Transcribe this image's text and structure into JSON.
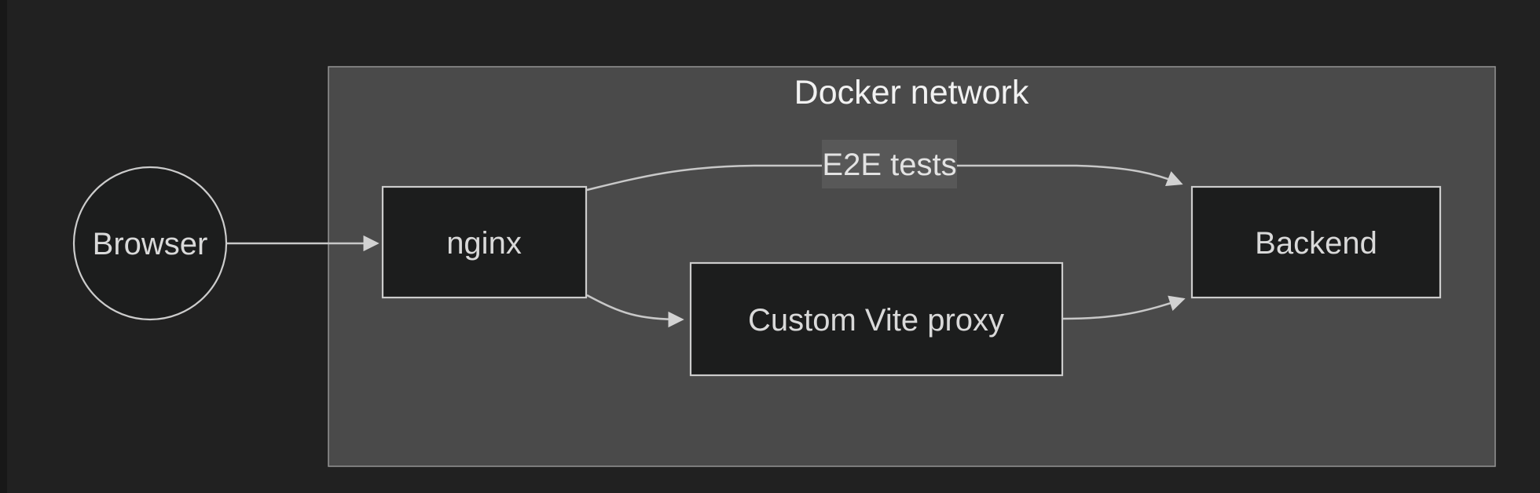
{
  "page": {
    "background": "#212121",
    "left_strip_color": "#181818"
  },
  "diagram": {
    "type": "flowchart",
    "title": "Docker network",
    "container": {
      "label": "Docker network"
    },
    "nodes": {
      "browser": {
        "label": "Browser",
        "shape": "circle"
      },
      "nginx": {
        "label": "nginx",
        "shape": "rect"
      },
      "vite_proxy": {
        "label": "Custom Vite proxy",
        "shape": "rect"
      },
      "backend": {
        "label": "Backend",
        "shape": "rect"
      }
    },
    "edges": [
      {
        "from": "browser",
        "to": "nginx",
        "label": ""
      },
      {
        "from": "nginx",
        "to": "backend",
        "label": "E2E tests"
      },
      {
        "from": "nginx",
        "to": "vite_proxy",
        "label": ""
      },
      {
        "from": "vite_proxy",
        "to": "backend",
        "label": ""
      }
    ],
    "colors": {
      "page_bg": "#212121",
      "cluster_fill": "#4a4a4a",
      "cluster_border": "#949494",
      "node_fill": "#1c1d1d",
      "node_border": "#cccccc",
      "node_text": "#d9d9d9",
      "title_text": "#f2f2f2",
      "edge_stroke": "#c8c8c8",
      "arrowhead_fill": "#d2d2d2",
      "edge_label_bg": "#585858",
      "edge_label_text": "#e3e3e3"
    }
  }
}
